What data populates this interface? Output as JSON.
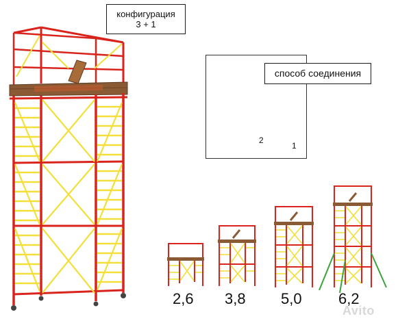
{
  "config_label": {
    "line1": "конфигурация",
    "line2": "3 + 1"
  },
  "connection_label": "способ соединения",
  "detail_numbers": {
    "one": "1",
    "two": "2"
  },
  "heights": [
    "2,6",
    "3,8",
    "5,0",
    "6,2"
  ],
  "watermark": "Avito",
  "colors": {
    "frame_red": "#d9231d",
    "ladder_yellow": "#f2df3a",
    "platform_brown": "#8a5a35",
    "outrigger_green": "#3aa33a"
  }
}
